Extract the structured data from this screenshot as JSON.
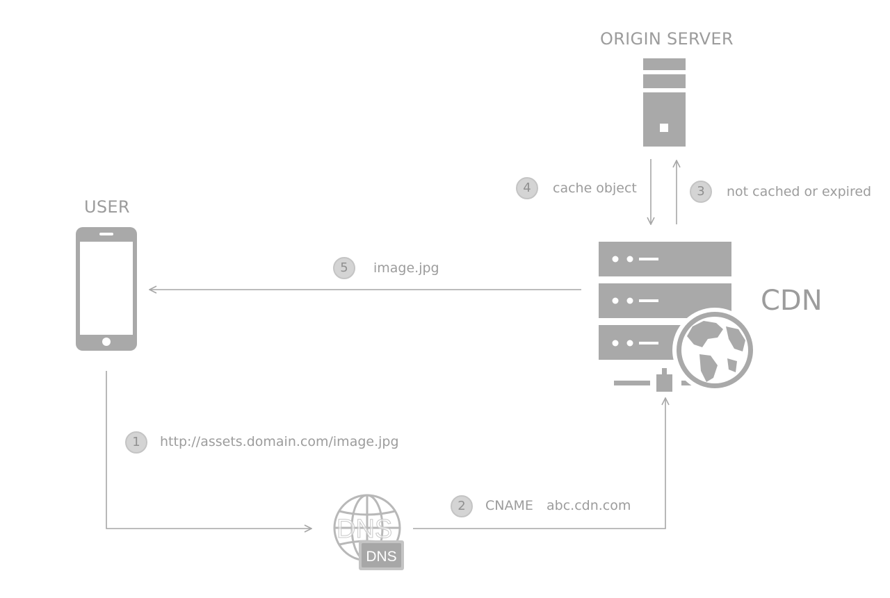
{
  "nodes": {
    "user": {
      "label": "USER"
    },
    "origin": {
      "label": "ORIGIN SERVER"
    },
    "cdn": {
      "label": "CDN"
    },
    "dns": {
      "icon_text": "DNS",
      "badge_text": "DNS"
    }
  },
  "steps": [
    {
      "number": "1",
      "text": "http://assets.domain.com/image.jpg"
    },
    {
      "number": "2",
      "text_a": "CNAME",
      "text_b": "abc.cdn.com"
    },
    {
      "number": "3",
      "text": "not cached or expired"
    },
    {
      "number": "4",
      "text": "cache object"
    },
    {
      "number": "5",
      "text": "image.jpg"
    }
  ],
  "colors": {
    "icon": "#a9a9a9",
    "arrow": "#a6a6a6",
    "text": "#9c9c9c",
    "step_circle": "#d4d4d4"
  },
  "icons": {
    "user": "smartphone-icon",
    "origin": "tower-server-icon",
    "cdn": "rack-server-globe-icon",
    "dns": "globe-dns-icon"
  }
}
